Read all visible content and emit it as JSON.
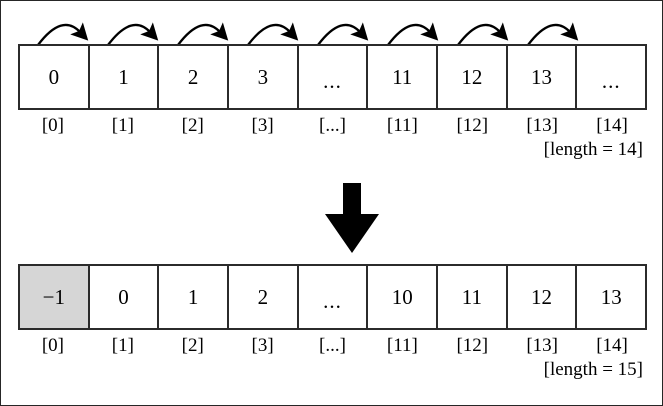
{
  "figure": {
    "title": "Array insertion at front shifting elements right",
    "background_color": "#ffffff",
    "border_color": "#262626",
    "cell_border_color": "#2b2b2b",
    "shaded_cell_color": "#d6d6d6",
    "arrow_color": "#000000"
  },
  "top_array": {
    "name": "before-array",
    "cells": [
      "0",
      "1",
      "2",
      "3",
      "...",
      "11",
      "12",
      "13",
      "..."
    ],
    "indices": [
      "[0]",
      "[1]",
      "[2]",
      "[3]",
      "[...]",
      "[11]",
      "[12]",
      "[13]",
      "[14]"
    ],
    "length_label": "[length = 14]",
    "shaded_index": -1,
    "shift_arrow_count": 8,
    "shift_arrow_direction": "right"
  },
  "transform": {
    "name": "down-arrow",
    "direction": "down",
    "glyph": "↓"
  },
  "bottom_array": {
    "name": "after-array",
    "cells": [
      "−1",
      "0",
      "1",
      "2",
      "...",
      "10",
      "11",
      "12",
      "13"
    ],
    "indices": [
      "[0]",
      "[1]",
      "[2]",
      "[3]",
      "[...]",
      "[11]",
      "[12]",
      "[13]",
      "[14]"
    ],
    "length_label": "[length = 15]",
    "shaded_index": 0
  }
}
